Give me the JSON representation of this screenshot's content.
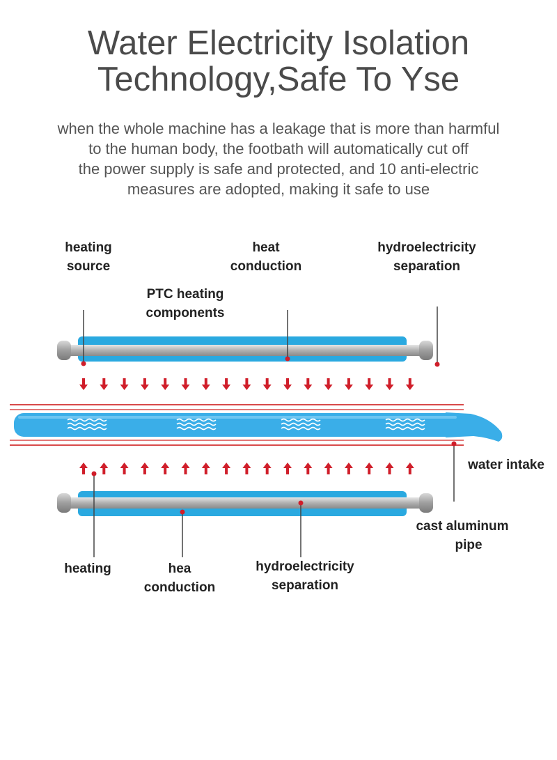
{
  "title": {
    "line1": "Water Electricity Isolation",
    "line2": "Technology,Safe To Yse"
  },
  "description": {
    "line1": "when the whole machine has a leakage that is more than harmful",
    "line2": "to the human body, the footbath will automatically cut off",
    "line3": "the power supply is safe and protected, and 10 anti-electric",
    "line4": "measures are adopted, making it safe to use"
  },
  "labels": {
    "top_heating_source": [
      "heating",
      "source"
    ],
    "top_heat_conduction": [
      "heat",
      "conduction"
    ],
    "top_hydro_separation": [
      "hydroelectricity",
      "separation"
    ],
    "ptc_components": [
      "PTC heating",
      "components"
    ],
    "water_intake": "water intake",
    "cast_aluminum_pipe": [
      "cast aluminum",
      "pipe"
    ],
    "bottom_heating": "heating",
    "bottom_hea_conduction": [
      "hea",
      "conduction"
    ],
    "bottom_hydro_separation": [
      "hydroelectricity",
      "separation"
    ]
  },
  "icons": {
    "arrow_down": "heat-flow-down-arrow-icon",
    "arrow_up": "heat-flow-up-arrow-icon",
    "water_wave": "water-wave-icon"
  },
  "colors": {
    "heater_blue": "#2aa9e0",
    "water_blue": "#3aaee8",
    "rod_gray": "#b5b5b5",
    "arrow_red": "#d01e2a",
    "pipe_line_red": "#d84a4a",
    "text_dark": "#4a4a4a"
  }
}
